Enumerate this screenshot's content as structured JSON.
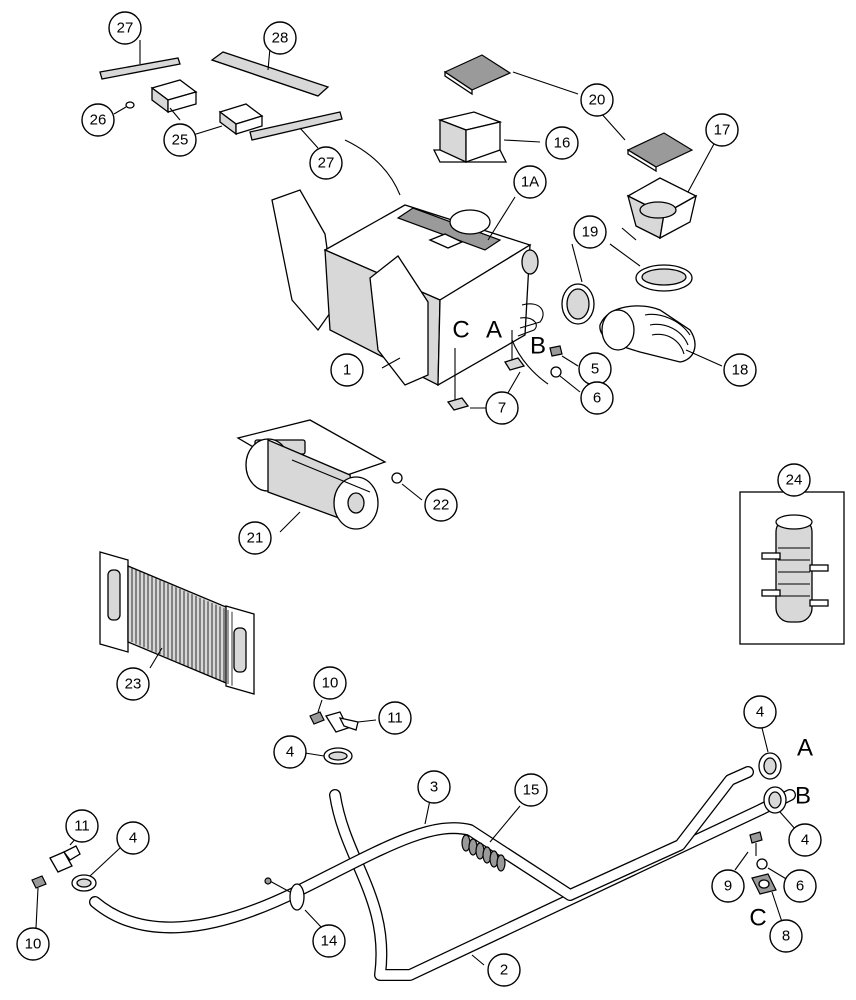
{
  "callouts": {
    "c1": "1",
    "c1a": "1A",
    "c2": "2",
    "c3": "3",
    "c4a": "4",
    "c4b": "4",
    "c4c": "4",
    "c4d": "4",
    "c5": "5",
    "c6a": "6",
    "c6b": "6",
    "c7": "7",
    "c8": "8",
    "c9": "9",
    "c10a": "10",
    "c10b": "10",
    "c11a": "11",
    "c11b": "11",
    "c14": "14",
    "c15": "15",
    "c16": "16",
    "c17": "17",
    "c18": "18",
    "c19": "19",
    "c20": "20",
    "c21": "21",
    "c22": "22",
    "c23": "23",
    "c24": "24",
    "c25": "25",
    "c26": "26",
    "c27a": "27",
    "c27b": "27",
    "c28": "28"
  },
  "letters": {
    "box_c": "C",
    "box_a": "A",
    "box_b": "B",
    "hose_a": "A",
    "hose_b": "B",
    "clip_c": "C"
  },
  "colors": {
    "ink": "#000000",
    "paper": "#ffffff",
    "shade": "#d8d8d8",
    "dark": "#9a9a9a"
  }
}
